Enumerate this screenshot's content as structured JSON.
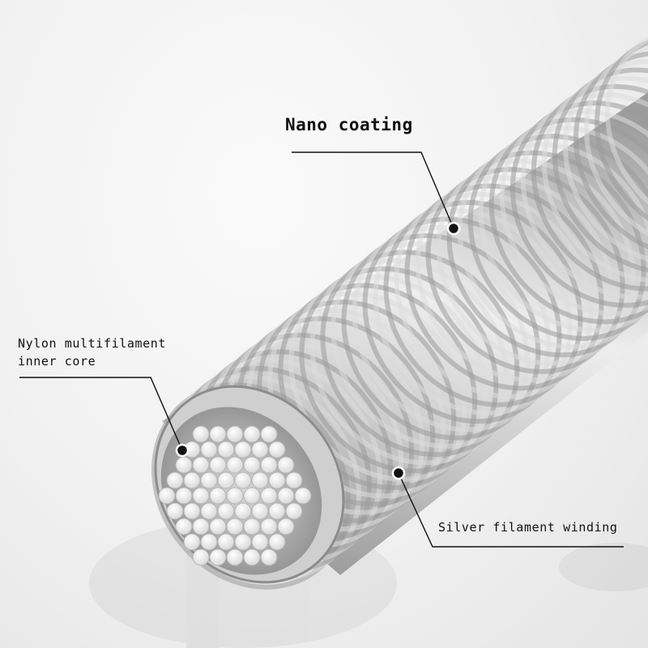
{
  "callouts": {
    "nano_coating": "Nano coating",
    "nylon_core_line1": "Nylon multifilament",
    "nylon_core_line2": "inner core",
    "silver_winding": "Silver filament winding"
  },
  "colors": {
    "background": "#f1f1f1",
    "winding_light": "#dcdcdc",
    "winding_dark": "#9a9a9a",
    "core_fiber": "#f7f7f7",
    "leader_line": "#111111"
  }
}
